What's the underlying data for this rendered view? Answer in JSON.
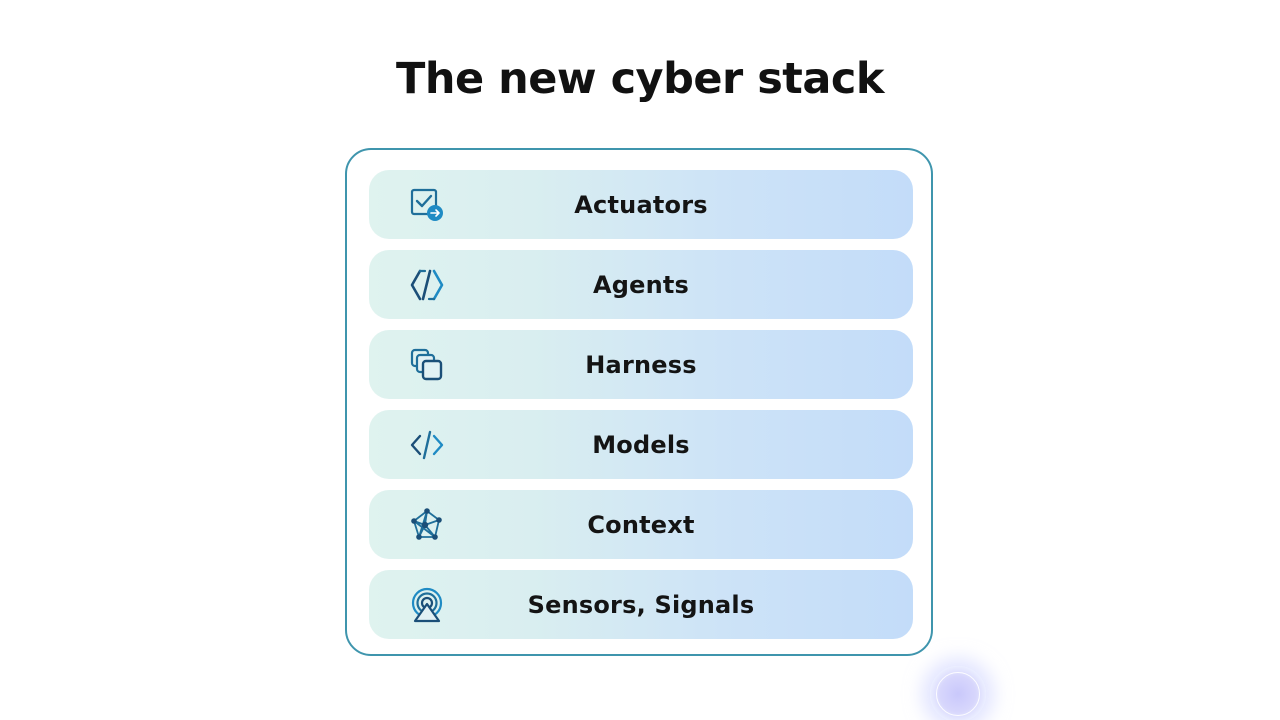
{
  "title": "The new cyber stack",
  "colors": {
    "frame_border": "#3f95ad",
    "icon_stroke": "#1f6f9a",
    "icon_dark": "#1b4f78",
    "gradient_start": "#dff3ef",
    "gradient_end": "#c3dcf9"
  },
  "layers": [
    {
      "label": "Actuators",
      "icon": "checkbox-arrow-icon"
    },
    {
      "label": "Agents",
      "icon": "agent-brackets-icon"
    },
    {
      "label": "Harness",
      "icon": "stacked-layers-icon"
    },
    {
      "label": "Models",
      "icon": "code-icon"
    },
    {
      "label": "Context",
      "icon": "network-graph-icon"
    },
    {
      "label": "Sensors, Signals",
      "icon": "signal-broadcast-icon"
    }
  ]
}
